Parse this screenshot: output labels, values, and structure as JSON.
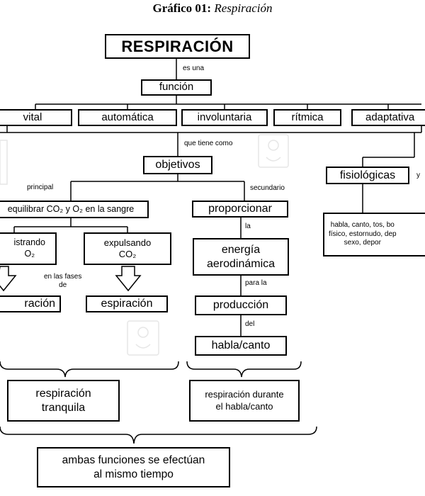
{
  "title": {
    "prefix": "Gráfico 01:",
    "text": "Respiración"
  },
  "nodes": {
    "respiracion": "RESPIRACIÓN",
    "funcion": "función",
    "vital": "vital",
    "automatica": "automática",
    "involuntaria": "involuntaria",
    "ritmica": "rítmica",
    "adaptativa": "adaptativa",
    "objetivos": "objetivos",
    "fisiologicas": "fisiológicas",
    "activities": "habla, canto, tos, bo\nfísico, estornudo, dep\nsexo, depor",
    "equilibrar": "equilibrar CO₂ y O₂ en la sangre",
    "proporcionar": "proporcionar",
    "registrando": "istrando\nO₂",
    "expulsando": "expulsando\nCO₂",
    "energia": "energía\naerodinámica",
    "inspiracion": "ración",
    "espiracion": "espiración",
    "produccion": "producción",
    "habla": "habla/canto",
    "tranquila": "respiración\ntranquila",
    "durante": "respiración durante\nel habla/canto",
    "ambas": "ambas funciones se efectúan\nal mismo tiempo"
  },
  "labels": {
    "es_una": "es una",
    "que_tiene": "que tiene como",
    "principal": "principal",
    "secundario": "secundario",
    "y": "y",
    "la": "la",
    "en_las_fases": "en las fases\nde",
    "para_la": "para la",
    "del": "del"
  }
}
